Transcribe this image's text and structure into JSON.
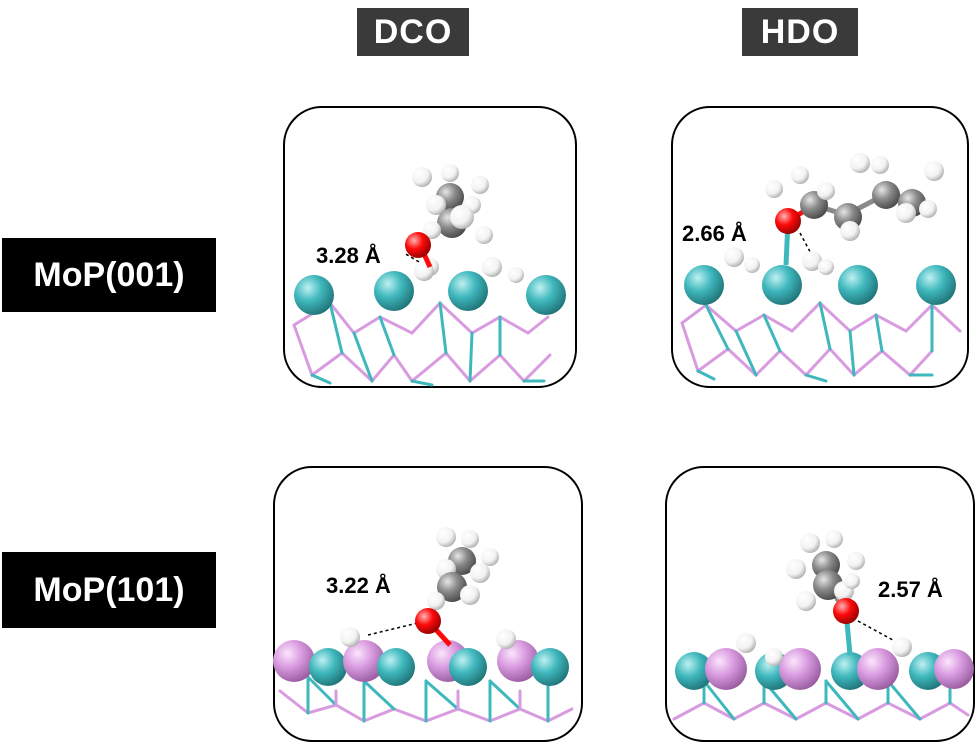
{
  "columns": [
    {
      "label": "DCO"
    },
    {
      "label": "HDO"
    }
  ],
  "rows": [
    {
      "label": "MoP(001)"
    },
    {
      "label": "MoP(101)"
    }
  ],
  "panels": [
    {
      "row": "MoP(001)",
      "column": "DCO",
      "distance": "3.28 Å"
    },
    {
      "row": "MoP(001)",
      "column": "HDO",
      "distance": "2.66 Å"
    },
    {
      "row": "MoP(101)",
      "column": "DCO",
      "distance": "3.22 Å"
    },
    {
      "row": "MoP(101)",
      "column": "HDO",
      "distance": "2.57 Å"
    }
  ],
  "colors": {
    "molybdenum": "#3fb8bd",
    "phosphorus": "#d99be0",
    "oxygen": "#ff0a0a",
    "carbon": "#8a8a8a",
    "hydrogen": "#f2f2f2",
    "header_bg": "#3a3a3a",
    "row_label_bg": "#000000"
  }
}
